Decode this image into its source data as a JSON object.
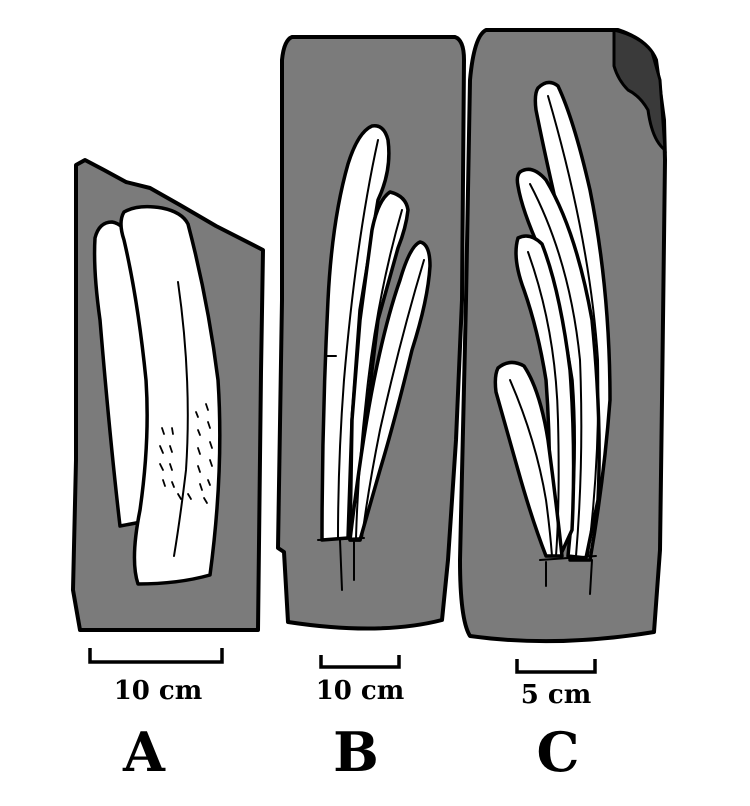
{
  "panels": [
    {
      "letter": "A",
      "scale_label": "10 cm"
    },
    {
      "letter": "B",
      "scale_label": "10 cm"
    },
    {
      "letter": "C",
      "scale_label": "5 cm"
    }
  ],
  "colors": {
    "rock": "#7b7b7b",
    "rock_dark_corner": "#3a3a3a",
    "fossil": "#ffffff",
    "outline": "#000000"
  }
}
